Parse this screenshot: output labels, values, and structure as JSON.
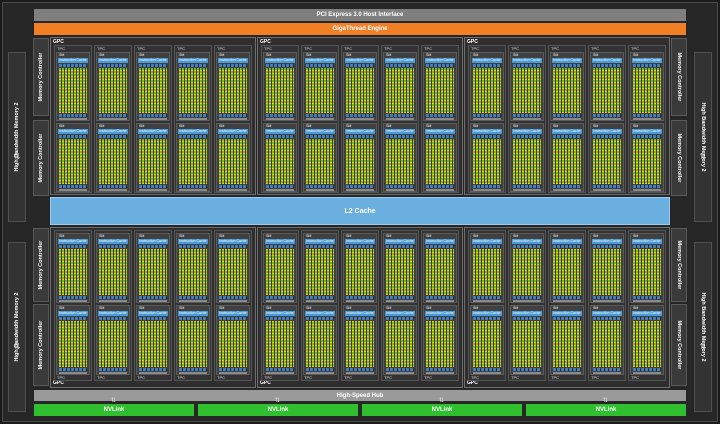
{
  "host_interface": "PCI Express 3.0 Host Interface",
  "engine": "GigaThread Engine",
  "cache": "L2 Cache",
  "hub": "High-Speed Hub",
  "memory_controller": "Memory Controller",
  "hbm": "High Bandwidth Memory 2",
  "gpc_label": "GPC",
  "tpc_label": "TPC",
  "sm_label": "SM",
  "icache_label": "Instruction Cache",
  "nvlinks": [
    "NVLink",
    "NVLink",
    "NVLink",
    "NVLink"
  ],
  "colors": {
    "engine": "#f07f26",
    "cache": "#6baee0",
    "nvlink": "#2fbf2f",
    "cores": "#7ab821",
    "icache": "#4a9ad4"
  }
}
